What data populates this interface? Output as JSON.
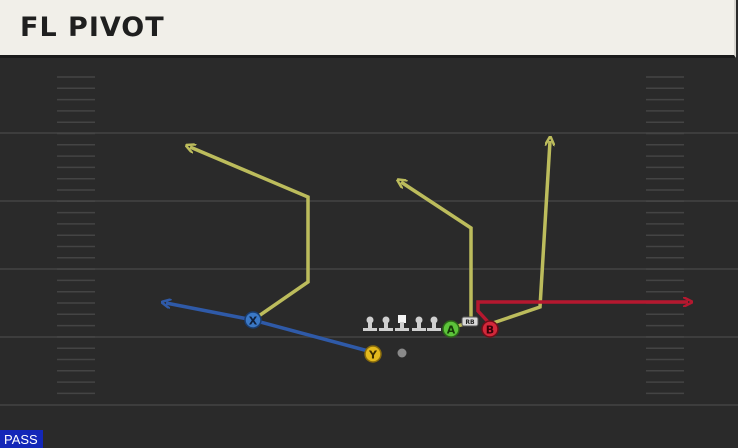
{
  "play": {
    "title": "FL PIVOT",
    "type_badge": "PASS"
  },
  "players": {
    "x": "X",
    "y": "Y",
    "a": "A",
    "b": "B",
    "rb": "RB"
  },
  "colors": {
    "background": "#2a2a2a",
    "yard_line": "#3d3d3d",
    "hash_mark": "#4a4a4a",
    "route_primary": "#bcbc5c",
    "route_blue": "#2f5aa8",
    "route_red": "#b5182f",
    "player_x": "#3a78c6",
    "player_y": "#e3b91d",
    "player_a": "#5cc43a",
    "player_b": "#d3283a",
    "lineman": "#cfcfcf",
    "badge": "#1327b8"
  }
}
